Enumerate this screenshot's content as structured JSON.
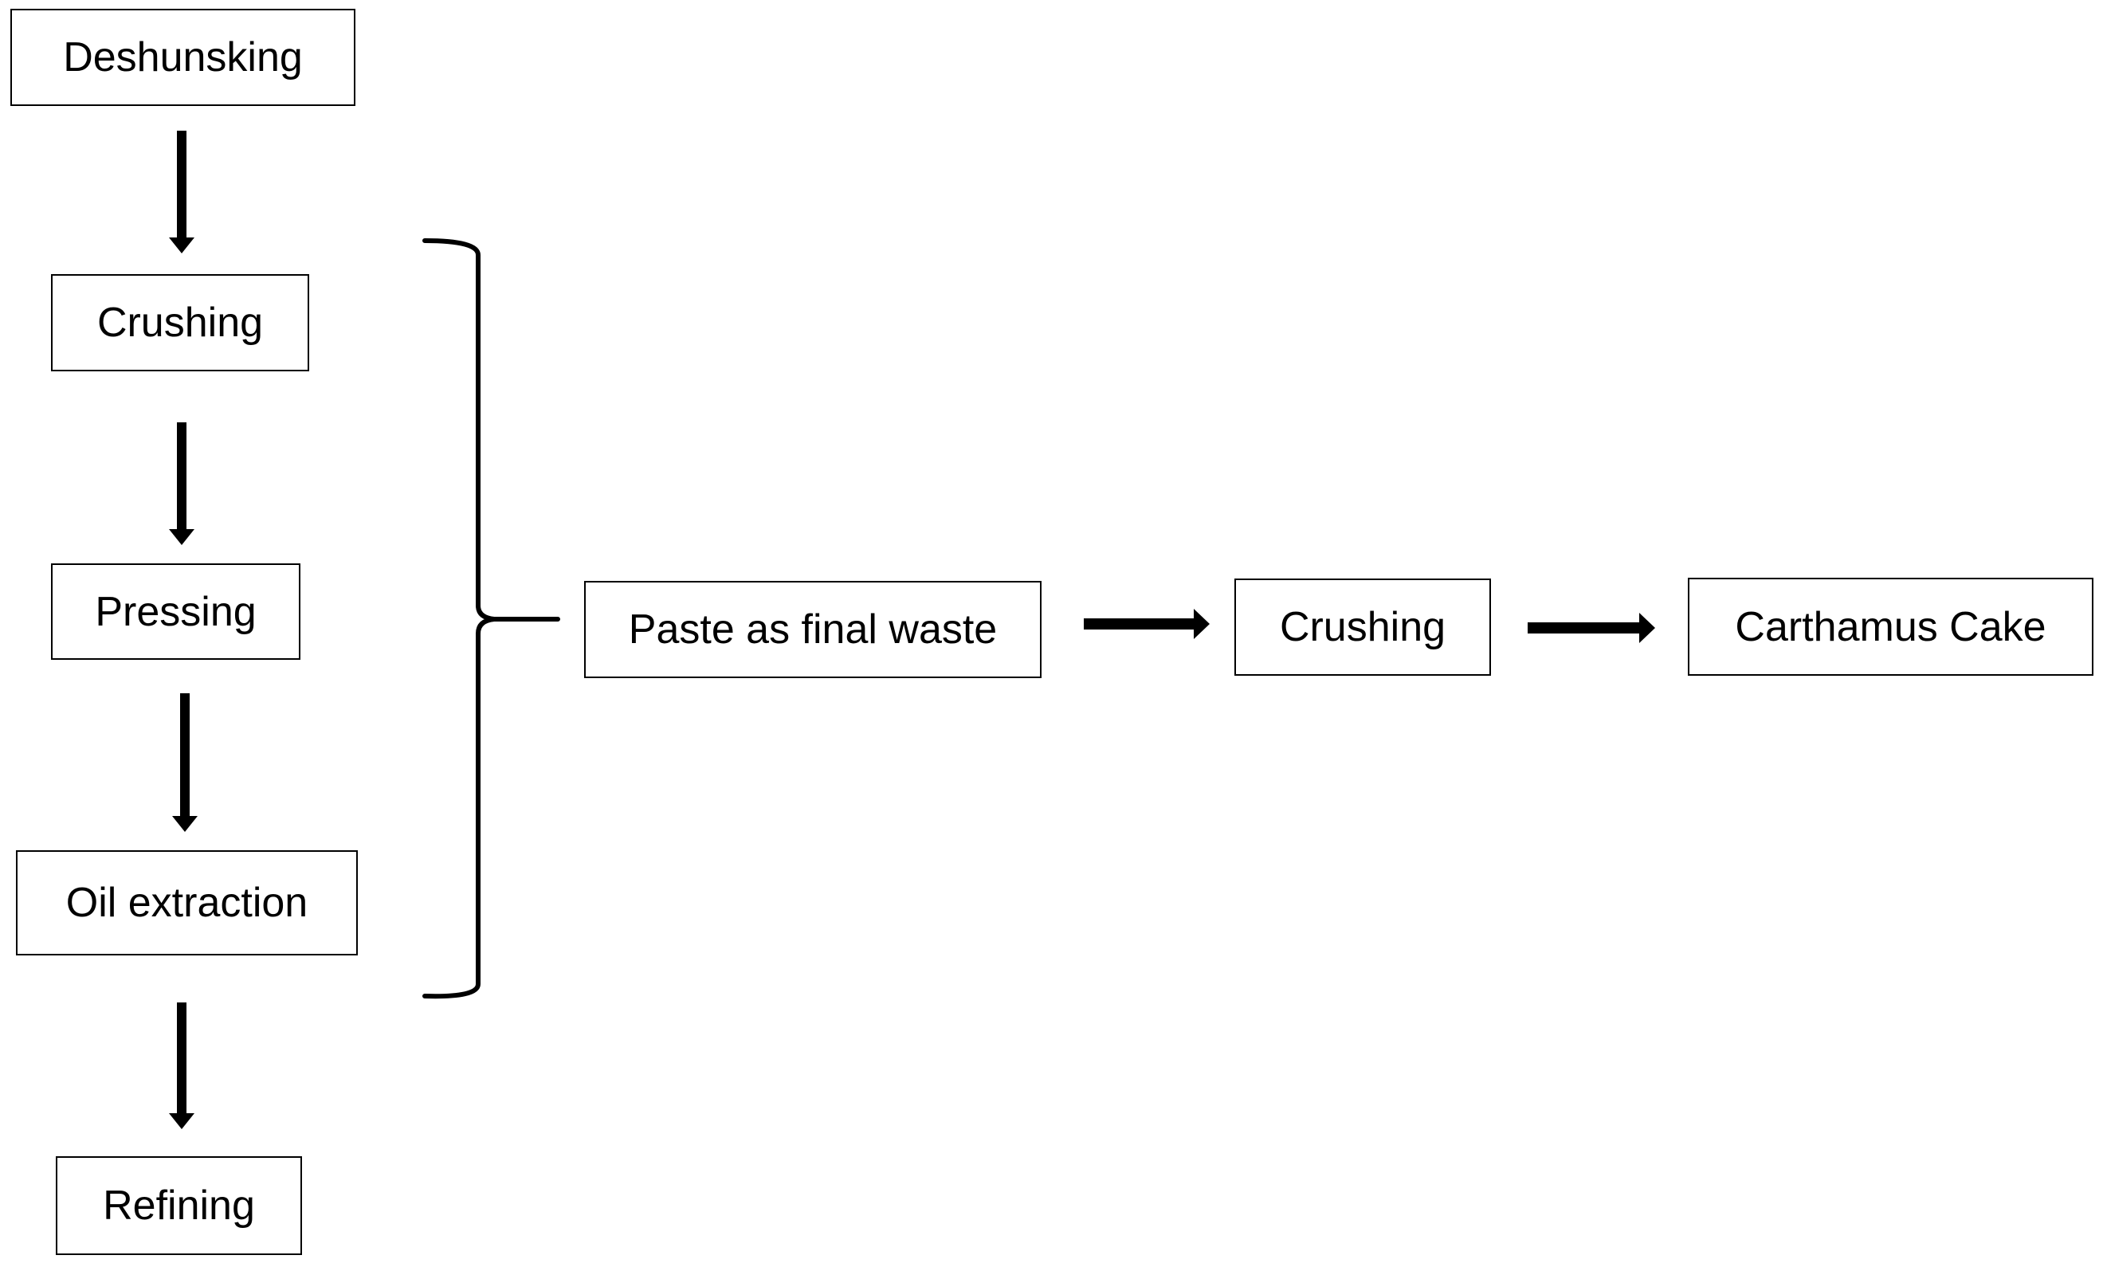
{
  "diagram": {
    "steps": {
      "deshunsking": "Deshunsking",
      "crushing_1": "Crushing",
      "pressing": "Pressing",
      "oil_extraction": "Oil extraction",
      "refining": "Refining",
      "paste_final_waste": "Paste as final waste",
      "crushing_2": "Crushing",
      "carthamus_cake": "Carthamus Cake"
    },
    "edges": [
      {
        "from": "deshunsking",
        "to": "crushing_1"
      },
      {
        "from": "crushing_1",
        "to": "pressing"
      },
      {
        "from": "pressing",
        "to": "oil_extraction"
      },
      {
        "from": "oil_extraction",
        "to": "refining"
      },
      {
        "from": [
          "crushing_1",
          "pressing",
          "oil_extraction"
        ],
        "to": "paste_final_waste",
        "style": "brace"
      },
      {
        "from": "paste_final_waste",
        "to": "crushing_2"
      },
      {
        "from": "crushing_2",
        "to": "carthamus_cake"
      }
    ],
    "colors": {
      "stroke": "#000000",
      "fill": "#ffffff",
      "text": "#000000"
    }
  }
}
